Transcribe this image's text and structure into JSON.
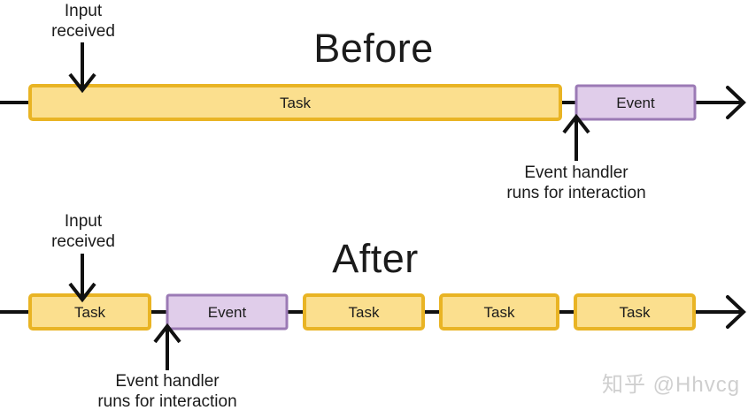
{
  "figure": {
    "background": "#ffffff",
    "line_color": "#111111",
    "text_color": "#1b1b1b"
  },
  "palette": {
    "task_fill": "#fbdf8e",
    "task_border": "#e9b424",
    "event_fill": "#e0cdea",
    "event_border": "#9b7ab5",
    "watermark_color": "#cfcfcf"
  },
  "sections": [
    {
      "id": "before",
      "title": "Before",
      "input_label": "Input\nreceived",
      "handler_label": "Event handler\nruns for interaction",
      "blocks": [
        {
          "type": "task",
          "label": "Task"
        },
        {
          "type": "event",
          "label": "Event"
        }
      ]
    },
    {
      "id": "after",
      "title": "After",
      "input_label": "Input\nreceived",
      "handler_label": "Event handler\nruns for interaction",
      "blocks": [
        {
          "type": "task",
          "label": "Task"
        },
        {
          "type": "event",
          "label": "Event"
        },
        {
          "type": "task",
          "label": "Task"
        },
        {
          "type": "task",
          "label": "Task"
        },
        {
          "type": "task",
          "label": "Task"
        }
      ]
    }
  ],
  "watermark": "知乎 @Hhvcg"
}
